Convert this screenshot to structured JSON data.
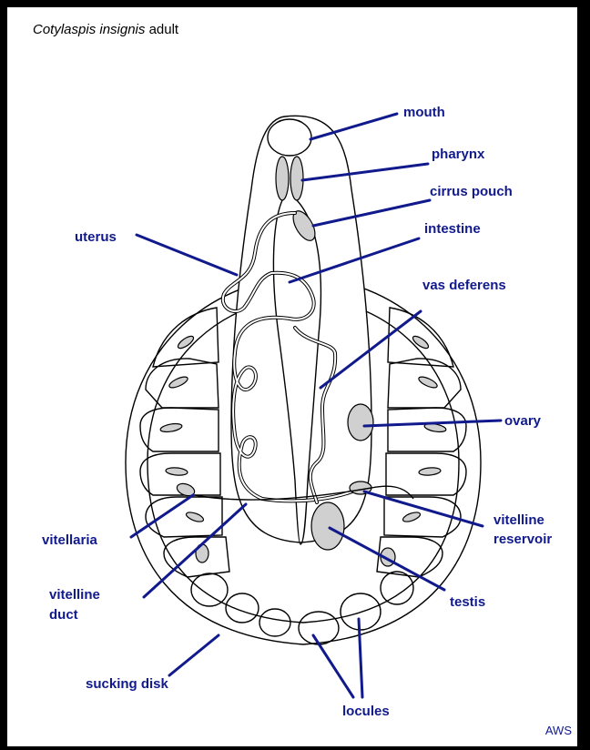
{
  "title": {
    "species": "Cotylaspis insignis",
    "rest": "adult"
  },
  "labels": {
    "mouth": "mouth",
    "pharynx": "pharynx",
    "cirrus_pouch": "cirrus pouch",
    "intestine": "intestine",
    "uterus": "uterus",
    "vas_deferens": "vas deferens",
    "ovary": "ovary",
    "vitelline_reservoir_1": "vitelline",
    "vitelline_reservoir_2": "reservoir",
    "vitellaria": "vitellaria",
    "vitelline_duct_1": "vitelline",
    "vitelline_duct_2": "duct",
    "testis": "testis",
    "sucking_disk": "sucking disk",
    "locules": "locules"
  },
  "credit": "AWS",
  "colors": {
    "label": "#111a8c",
    "outline": "#000000",
    "background": "#ffffff"
  }
}
